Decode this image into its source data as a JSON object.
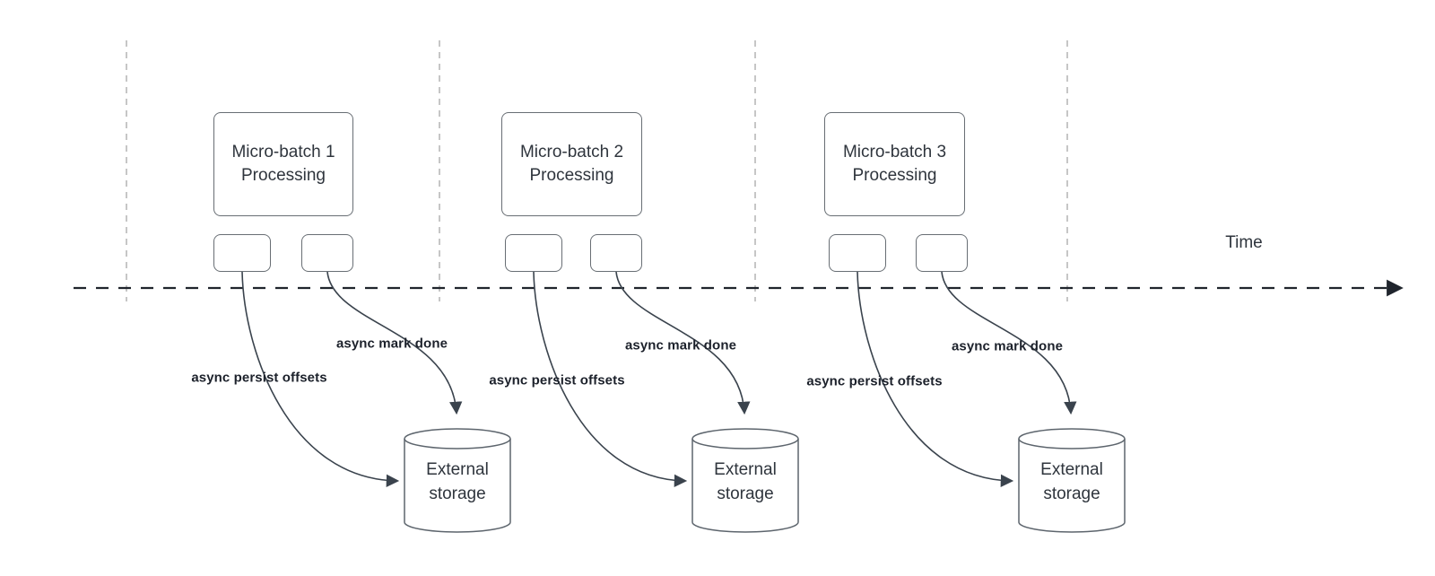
{
  "diagram": {
    "time_axis_label": "Time",
    "colors": {
      "canvas_bg": "#ffffff",
      "box_border": "#686e74",
      "box_text": "#2f353d",
      "label_text": "#1c212b",
      "arrow": "#3a434d",
      "timeline": "#20252d",
      "guide_line": "#b3b3b3"
    },
    "groups": [
      {
        "box_line1": "Micro-batch 1",
        "box_line2": "Processing",
        "persist_label": "async persist offsets",
        "mark_done_label": "async mark done",
        "storage_line1": "External",
        "storage_line2": "storage"
      },
      {
        "box_line1": "Micro-batch 2",
        "box_line2": "Processing",
        "persist_label": "async persist offsets",
        "mark_done_label": "async mark done",
        "storage_line1": "External",
        "storage_line2": "storage"
      },
      {
        "box_line1": "Micro-batch 3",
        "box_line2": "Processing",
        "persist_label": "async persist offsets",
        "mark_done_label": "async mark done",
        "storage_line1": "External",
        "storage_line2": "storage"
      }
    ]
  }
}
